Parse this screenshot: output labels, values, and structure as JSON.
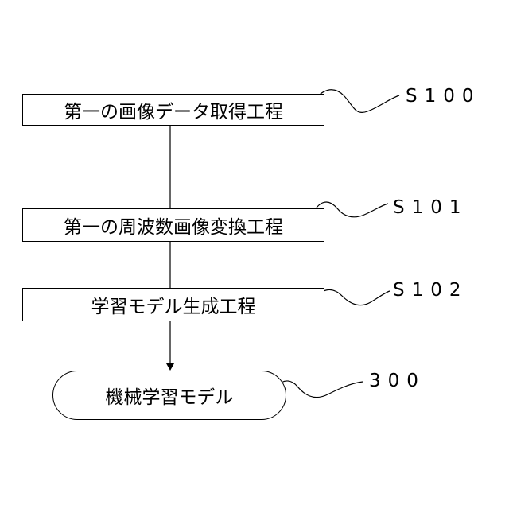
{
  "steps": [
    {
      "id": "s100",
      "label": "第一の画像データ取得工程",
      "ref": "S100"
    },
    {
      "id": "s101",
      "label": "第一の周波数画像変換工程",
      "ref": "S101"
    },
    {
      "id": "s102",
      "label": "学習モデル生成工程",
      "ref": "S102"
    }
  ],
  "output": {
    "label": "機械学習モデル",
    "ref": "300"
  }
}
